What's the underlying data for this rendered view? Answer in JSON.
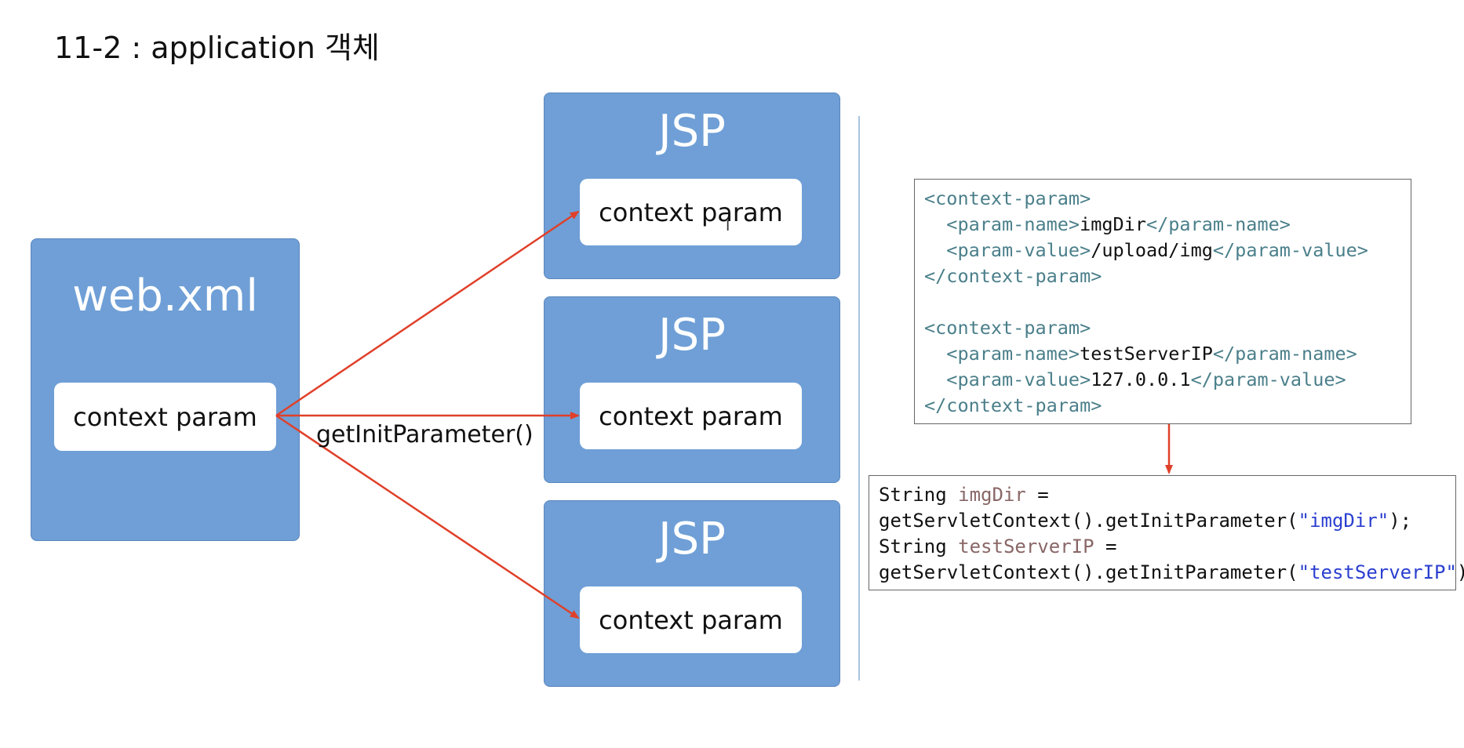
{
  "title": "11-2 : application 객체",
  "left_box": {
    "title": "web.xml",
    "inner_label": "context param"
  },
  "method_label": "getInitParameter()",
  "jsp_boxes": [
    {
      "title": "JSP",
      "inner_label": "context param"
    },
    {
      "title": "JSP",
      "inner_label": "context param"
    },
    {
      "title": "JSP",
      "inner_label": "context param"
    }
  ],
  "xml_code": {
    "lines": [
      [
        {
          "t": "<context-param>",
          "c": "tag"
        }
      ],
      [
        {
          "t": "  ",
          "c": "val"
        },
        {
          "t": "<param-name>",
          "c": "tag"
        },
        {
          "t": "imgDir",
          "c": "val"
        },
        {
          "t": "</param-name>",
          "c": "tag"
        }
      ],
      [
        {
          "t": "  ",
          "c": "val"
        },
        {
          "t": "<param-value>",
          "c": "tag"
        },
        {
          "t": "/upload/img",
          "c": "val"
        },
        {
          "t": "</param-value>",
          "c": "tag"
        }
      ],
      [
        {
          "t": "</context-param>",
          "c": "tag"
        }
      ],
      [
        {
          "t": " ",
          "c": "val"
        }
      ],
      [
        {
          "t": "<context-param>",
          "c": "tag"
        }
      ],
      [
        {
          "t": "  ",
          "c": "val"
        },
        {
          "t": "<param-name>",
          "c": "tag"
        },
        {
          "t": "testServerIP",
          "c": "val"
        },
        {
          "t": "</param-name>",
          "c": "tag"
        }
      ],
      [
        {
          "t": "  ",
          "c": "val"
        },
        {
          "t": "<param-value>",
          "c": "tag"
        },
        {
          "t": "127.0.0.1",
          "c": "val"
        },
        {
          "t": "</param-value>",
          "c": "tag"
        }
      ],
      [
        {
          "t": "</context-param>",
          "c": "tag"
        }
      ]
    ]
  },
  "java_code": {
    "lines": [
      [
        {
          "t": "String ",
          "c": "val"
        },
        {
          "t": "imgDir",
          "c": "var"
        },
        {
          "t": " =",
          "c": "val"
        }
      ],
      [
        {
          "t": "getServletContext().getInitParameter(",
          "c": "val"
        },
        {
          "t": "\"imgDir\"",
          "c": "str"
        },
        {
          "t": ");",
          "c": "val"
        }
      ],
      [
        {
          "t": "String ",
          "c": "val"
        },
        {
          "t": "testServerIP",
          "c": "var"
        },
        {
          "t": " =",
          "c": "val"
        }
      ],
      [
        {
          "t": "getServletContext().getInitParameter(",
          "c": "val"
        },
        {
          "t": "\"testServerIP\"",
          "c": "str"
        },
        {
          "t": ");",
          "c": "val"
        }
      ]
    ]
  },
  "colors": {
    "box_fill": "#6f9fd6",
    "arrow": "#e0402a",
    "xml_tag": "#4a7f8a",
    "java_var": "#8a6767",
    "java_string": "#2b3fd0"
  }
}
